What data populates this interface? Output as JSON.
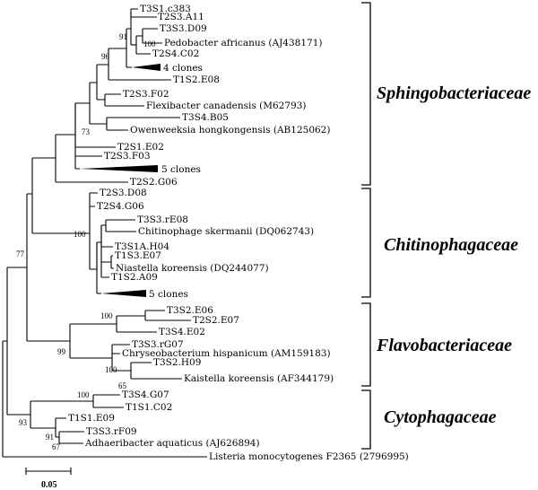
{
  "tree": {
    "leaves": {
      "t3s1_c383": "T3S1.c383",
      "t2s3_a11": "T2S3.A11",
      "t3s3_d09": "T3S3.D09",
      "pedobacter": "Pedobacter africanus (AJ438171)",
      "t2s4_c02": "T2S4.C02",
      "clones4": "4 clones",
      "t1s2_e08": "T1S2.E08",
      "t2s3_f02": "T2S3.F02",
      "flexibacter": "Flexibacter canadensis (M62793)",
      "t3s4_b05": "T3S4.B05",
      "owenweeksia": "Owenweeksia hongkongensis (AB125062)",
      "t2s1_e02": "T2S1.E02",
      "t2s3_f03": "T2S3.F03",
      "clones5a": "5 clones",
      "t2s2_g06": "T2S2.G06",
      "t2s3_d08": "T2S3.D08",
      "t2s4_g06": "T2S4.G06",
      "t3s3_re08": "T3S3.rE08",
      "chitinophaga": "Chitinophage skermanii (DQ062743)",
      "t3s1a_h04": "T3S1A.H04",
      "t1s3_e07": "T1S3.E07",
      "niastella": "Niastella koreensis (DQ244077)",
      "t1s2_a09": "T1S2.A09",
      "clones5b": "5 clones",
      "t3s2_e06": "T3S2.E06",
      "t2s2_e07": "T2S2.E07",
      "t3s4_e02": "T3S4.E02",
      "t3s3_rg07": "T3S3.rG07",
      "chryseobacterium": "Chryseobacterium hispanicum (AM159183)",
      "t3s2_h09": "T3S2.H09",
      "kaistella": "Kaistella koreensis (AF344179)",
      "t3s4_g07": "T3S4.G07",
      "t1s1_c02": "T1S1.C02",
      "t1s1_e09": "T1S1.E09",
      "t3s3_rf09": "T3S3.rF09",
      "adhaeribacter": "Adhaeribacter aquaticus (AJ626894)",
      "listeria": "Listeria monocytogenes F2365 (2796995)"
    },
    "bootstrap": {
      "b91a": "91",
      "b100a": "100",
      "b96": "96",
      "b73": "73",
      "b100b": "100",
      "b77": "77",
      "b100c": "100",
      "b99": "99",
      "b100d": "100",
      "b65": "65",
      "b100e": "100",
      "b93": "93",
      "b91b": "91",
      "b67": "67"
    }
  },
  "families": {
    "sphingo": "Sphingobacteriaceae",
    "chitino": "Chitinophagaceae",
    "flavo": "Flavobacteriaceae",
    "cytopha": "Cytophagaceae"
  },
  "scale_bar": {
    "label": "0.05"
  }
}
